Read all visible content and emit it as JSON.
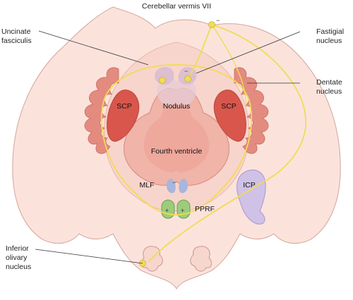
{
  "labels": {
    "cerebellar_vermis": "Cerebellar vermis VII",
    "uncinate_line1": "Uncinate",
    "uncinate_line2": "fasciculis",
    "fastigial_line1": "Fastigial",
    "fastigial_line2": "nucleus",
    "dentate_line1": "Dentate",
    "dentate_line2": "nucleus",
    "nodulus": "Nodulus",
    "scp_left": "SCP",
    "scp_right": "SCP",
    "fourth_ventricle": "Fourth ventricle",
    "mlf": "MLF",
    "icp": "ICP",
    "pprf": "PPRF",
    "inferior_line1": "Inferior",
    "inferior_line2": "olivary",
    "inferior_line3": "nucleus"
  },
  "signs": {
    "fastigial_top_minus": "−",
    "fastigial_left_minus": "−",
    "mlf_minus": "−",
    "pprf_left_plus": "+",
    "pprf_right_plus": "+"
  },
  "colors": {
    "tissue": "#fbe3dc",
    "tissue_outline": "#d9b0a5",
    "pons_inner": "#f5cfc6",
    "ventricle": "#f0b4a8",
    "scp": "#d9564c",
    "dentate": "#e48b80",
    "fiber_tract": "#f0dc55",
    "mlf": "#a8b6de",
    "pprf": "#9ccc7a",
    "icp": "#cfc2e6",
    "nodulus": "#e6cbd6"
  }
}
